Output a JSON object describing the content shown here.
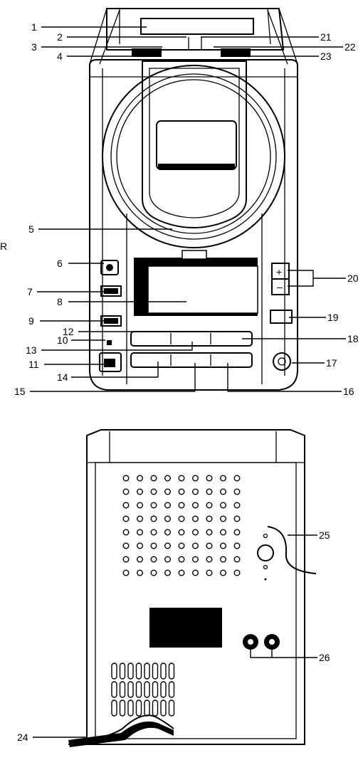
{
  "colors": {
    "ink": "#000000",
    "paper": "#ffffff"
  },
  "stray_letter": "R",
  "labels": [
    {
      "id": "1",
      "text": "1"
    },
    {
      "id": "2",
      "text": "2"
    },
    {
      "id": "3",
      "text": "3"
    },
    {
      "id": "4",
      "text": "4"
    },
    {
      "id": "5",
      "text": "5"
    },
    {
      "id": "6",
      "text": "6"
    },
    {
      "id": "7",
      "text": "7"
    },
    {
      "id": "8",
      "text": "8"
    },
    {
      "id": "9",
      "text": "9"
    },
    {
      "id": "10",
      "text": "10"
    },
    {
      "id": "11",
      "text": "11"
    },
    {
      "id": "12",
      "text": "12"
    },
    {
      "id": "13",
      "text": "13"
    },
    {
      "id": "14",
      "text": "14"
    },
    {
      "id": "15",
      "text": "15"
    },
    {
      "id": "16",
      "text": "16"
    },
    {
      "id": "17",
      "text": "17"
    },
    {
      "id": "18",
      "text": "18"
    },
    {
      "id": "19",
      "text": "19"
    },
    {
      "id": "20",
      "text": "20"
    },
    {
      "id": "21",
      "text": "21"
    },
    {
      "id": "22",
      "text": "22"
    },
    {
      "id": "23",
      "text": "23"
    },
    {
      "id": "24",
      "text": "24"
    },
    {
      "id": "25",
      "text": "25"
    },
    {
      "id": "26",
      "text": "26"
    }
  ],
  "volume_keys": {
    "plus": "+",
    "minus": "–"
  }
}
